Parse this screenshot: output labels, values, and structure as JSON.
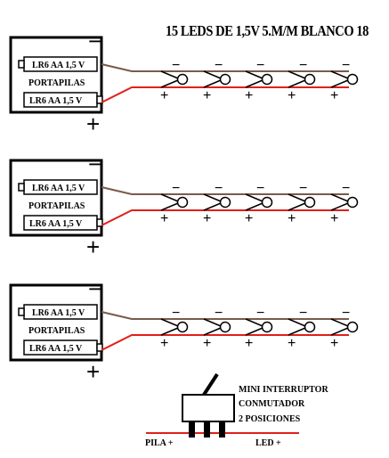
{
  "title": "15 LEDS DE 1,5V 5.M/M BLANCO 18",
  "battery_holder": {
    "cell_label": "LR6 AA 1,5 V",
    "holder_label": "PORTAPILAS",
    "minus": "−",
    "plus": "+"
  },
  "led": {
    "minus": "−",
    "plus": "+"
  },
  "colors": {
    "negative_wire": "#7a5a4a",
    "positive_wire": "#e0201a",
    "outline": "#000000"
  },
  "switch": {
    "line1": "MINI INTERRUPTOR",
    "line2": "CONMUTADOR",
    "line3": "2 POSICIONES",
    "pila_label": "PILA +",
    "led_label": "LED +"
  }
}
